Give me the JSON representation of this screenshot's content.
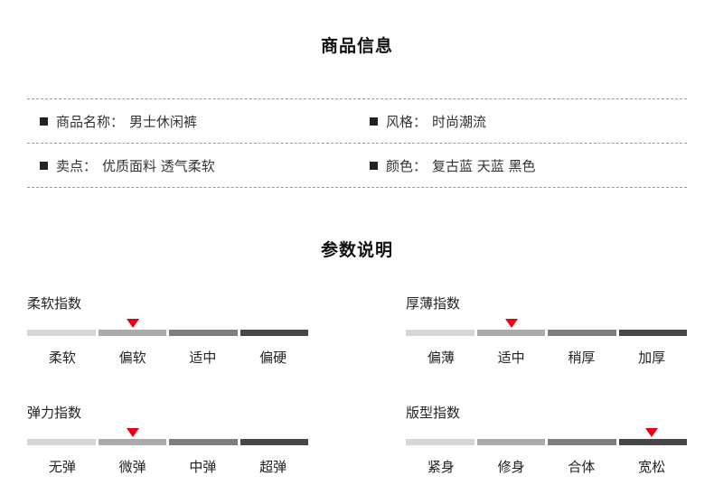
{
  "product_info": {
    "title": "商品信息",
    "rows": [
      {
        "left": {
          "label": "商品名称：",
          "value": "男士休闲裤"
        },
        "right": {
          "label": "风格：",
          "value": "时尚潮流"
        }
      },
      {
        "left": {
          "label": "卖点：",
          "value": "优质面料 透气柔软"
        },
        "right": {
          "label": "颜色：",
          "value": "复古蓝 天蓝 黑色"
        }
      }
    ]
  },
  "params": {
    "title": "参数说明",
    "marker_color": "#e60012",
    "segment_colors": [
      "#d6d6d6",
      "#ababab",
      "#7e7e7e",
      "#474747"
    ],
    "indicators": [
      {
        "name": "柔软指数",
        "levels": [
          "柔软",
          "偏软",
          "适中",
          "偏硬"
        ],
        "active_index": 1
      },
      {
        "name": "厚薄指数",
        "levels": [
          "偏薄",
          "适中",
          "稍厚",
          "加厚"
        ],
        "active_index": 1
      },
      {
        "name": "弹力指数",
        "levels": [
          "无弹",
          "微弹",
          "中弹",
          "超弹"
        ],
        "active_index": 1
      },
      {
        "name": "版型指数",
        "levels": [
          "紧身",
          "修身",
          "合体",
          "宽松"
        ],
        "active_index": 3
      }
    ]
  }
}
